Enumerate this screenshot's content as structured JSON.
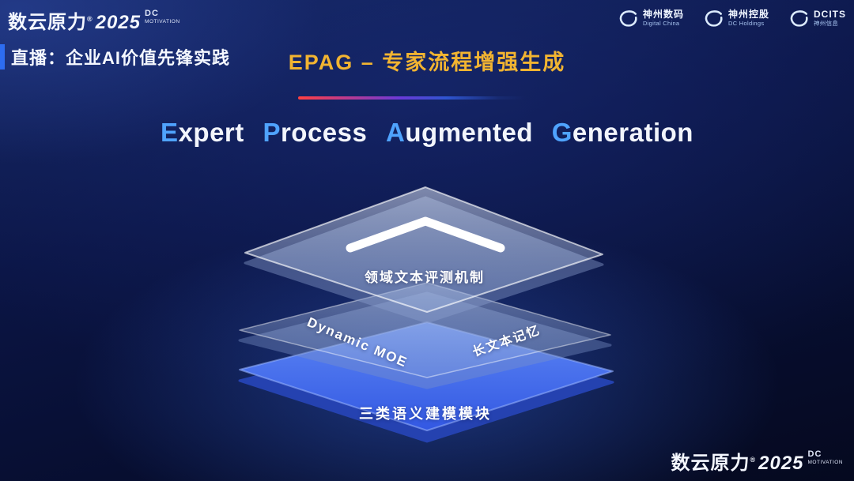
{
  "brand": {
    "name": "数云原力",
    "reg": "®",
    "year": "2025",
    "sub_line1": "DC",
    "sub_line2": "MOTIVATION"
  },
  "header": {
    "live_label": "直播：企业AI价值先锋实践",
    "title": "EPAG – 专家流程增强生成",
    "partner_logos": [
      {
        "name": "神州数码",
        "sub": "Digital China"
      },
      {
        "name": "神州控股",
        "sub": "DC Holdings"
      },
      {
        "name": "DCITS",
        "sub": "神州信息"
      }
    ]
  },
  "main": {
    "subtitle_words": [
      {
        "cap": "E",
        "rest": "xpert"
      },
      {
        "cap": "P",
        "rest": "rocess"
      },
      {
        "cap": "A",
        "rest": "ugmented"
      },
      {
        "cap": "G",
        "rest": "eneration"
      }
    ],
    "layers": {
      "top_label": "领域文本评测机制",
      "middle_left_label": "Dynamic MOE",
      "middle_right_label": "长文本记忆",
      "bottom_label": "三类语义建模模块"
    }
  },
  "colors": {
    "title_gold": "#f2b431",
    "subtitle_capital_blue": "#4fa3fe",
    "layer_blue_top": "#5c86f5",
    "layer_blue_bottom": "#3358e2",
    "divider_red": "#ff4040",
    "divider_blue": "#2f55d0",
    "background_navy": "#0b1545"
  }
}
